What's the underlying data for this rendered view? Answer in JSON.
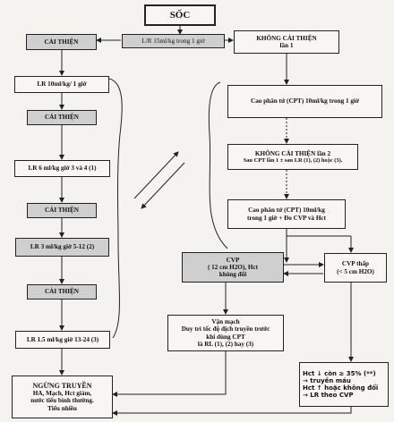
{
  "nodes": {
    "soc": "SỐC",
    "lr15": "L/R 15ml/kg trong 1 giờ",
    "khong_cai_thien_1": {
      "line1": "KHÔNG CẢI THIỆN",
      "line2": "lần 1"
    },
    "cai_thien_1": "CẢI THIỆN",
    "lr10": "LR 10ml/kg/ 1 giờ",
    "cai_thien_2": "CẢI THIỆN",
    "lr6": "LR 6 ml/kg giờ 3 và 4 (1)",
    "cai_thien_3": "CẢI THIỆN",
    "lr3": "LR 3 ml/kg giờ 5-12 (2)",
    "cai_thien_4": "CẢI THIỆN",
    "lr15b": "LR 1.5 ml/kg giờ 13-24  (3)",
    "ngung": {
      "line1": "NGỪNG TRUYỀN",
      "line2": "HA, Mạch, Hct giảm,",
      "line3": "nước tiểu bình thường.",
      "line4": "Tiểu nhiều"
    },
    "cpt1": "Cao phân tử (CPT) 10ml/kg trong 1 giờ",
    "khong_cai_thien_2": {
      "line1": "KHÔNG CẢI THIỆN lần 2",
      "line2": "Sau CPT lần 1 ± sau LR (1), (2) hoặc (3)."
    },
    "cpt2": {
      "line1": "Cao phân tử (CPT) 10ml/kg",
      "line2": "trong 1 giờ  +  Đo CVP và Hct"
    },
    "cvp": {
      "line1": "CVP",
      "line2": "( 12 cm H2O), Hct",
      "line3": "không đổi"
    },
    "cvp_thap": {
      "line1": "CVP thấp",
      "line2": "(< 5 cm H2O)"
    },
    "van_mach": {
      "line1": "Vận mạch",
      "line2": "Duy trì tốc độ dịch truyền trước",
      "line3": "khi dùng CPT",
      "line4": "là RL (1), (2) hay (3)"
    },
    "hct": {
      "line1": "Hct ↓ còn ≥ 35% (**)",
      "line2": "→ truyền máu",
      "line3": "Hct ↑ hoặc không đổi",
      "line4": "→ LR theo CVP"
    }
  },
  "colors": {
    "line": "#222222",
    "shade": "#cfcfcf",
    "box_fill": "#f7f6f2",
    "page_bg": "#f4f3ef"
  }
}
